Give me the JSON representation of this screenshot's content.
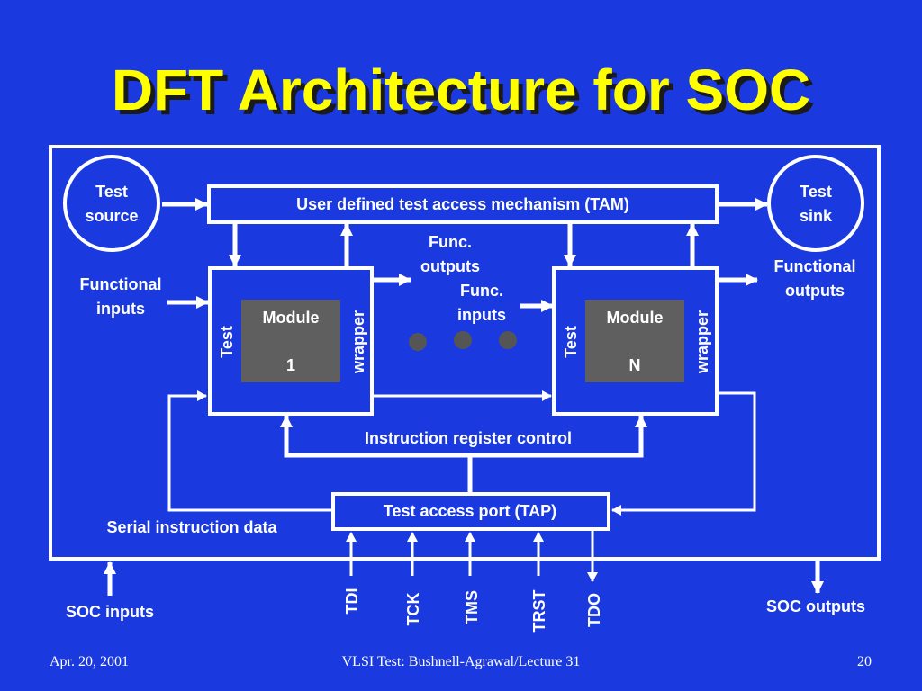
{
  "slide": {
    "title": "DFT Architecture for SOC",
    "test_source": [
      "Test",
      "source"
    ],
    "test_sink": [
      "Test",
      "sink"
    ],
    "tam": "User defined test access mechanism (TAM)",
    "functional_inputs": [
      "Functional",
      "inputs"
    ],
    "functional_outputs": [
      "Functional",
      "outputs"
    ],
    "func_outputs": [
      "Func.",
      "outputs"
    ],
    "func_inputs": [
      "Func.",
      "inputs"
    ],
    "wrapper_test": "Test",
    "wrapper_label": "wrapper",
    "module_word": "Module",
    "module_1_id": "1",
    "module_n_id": "N",
    "instruction_register": "Instruction register control",
    "tap": "Test access port (TAP)",
    "serial_instruction_data": "Serial instruction data",
    "soc_inputs": "SOC inputs",
    "soc_outputs": "SOC outputs",
    "pins": [
      "TDI",
      "TCK",
      "TMS",
      "TRST",
      "TDO"
    ]
  },
  "footer": {
    "date": "Apr. 20, 2001",
    "course": "VLSI Test: Bushnell-Agrawal/Lecture 31",
    "page": "20"
  },
  "colors": {
    "background": "#1a3ae0",
    "title": "#ffff00",
    "title_shadow": "#1a1a1a",
    "line": "#ffffff",
    "module_fill": "#5f5f5f",
    "dots": "#555555"
  }
}
